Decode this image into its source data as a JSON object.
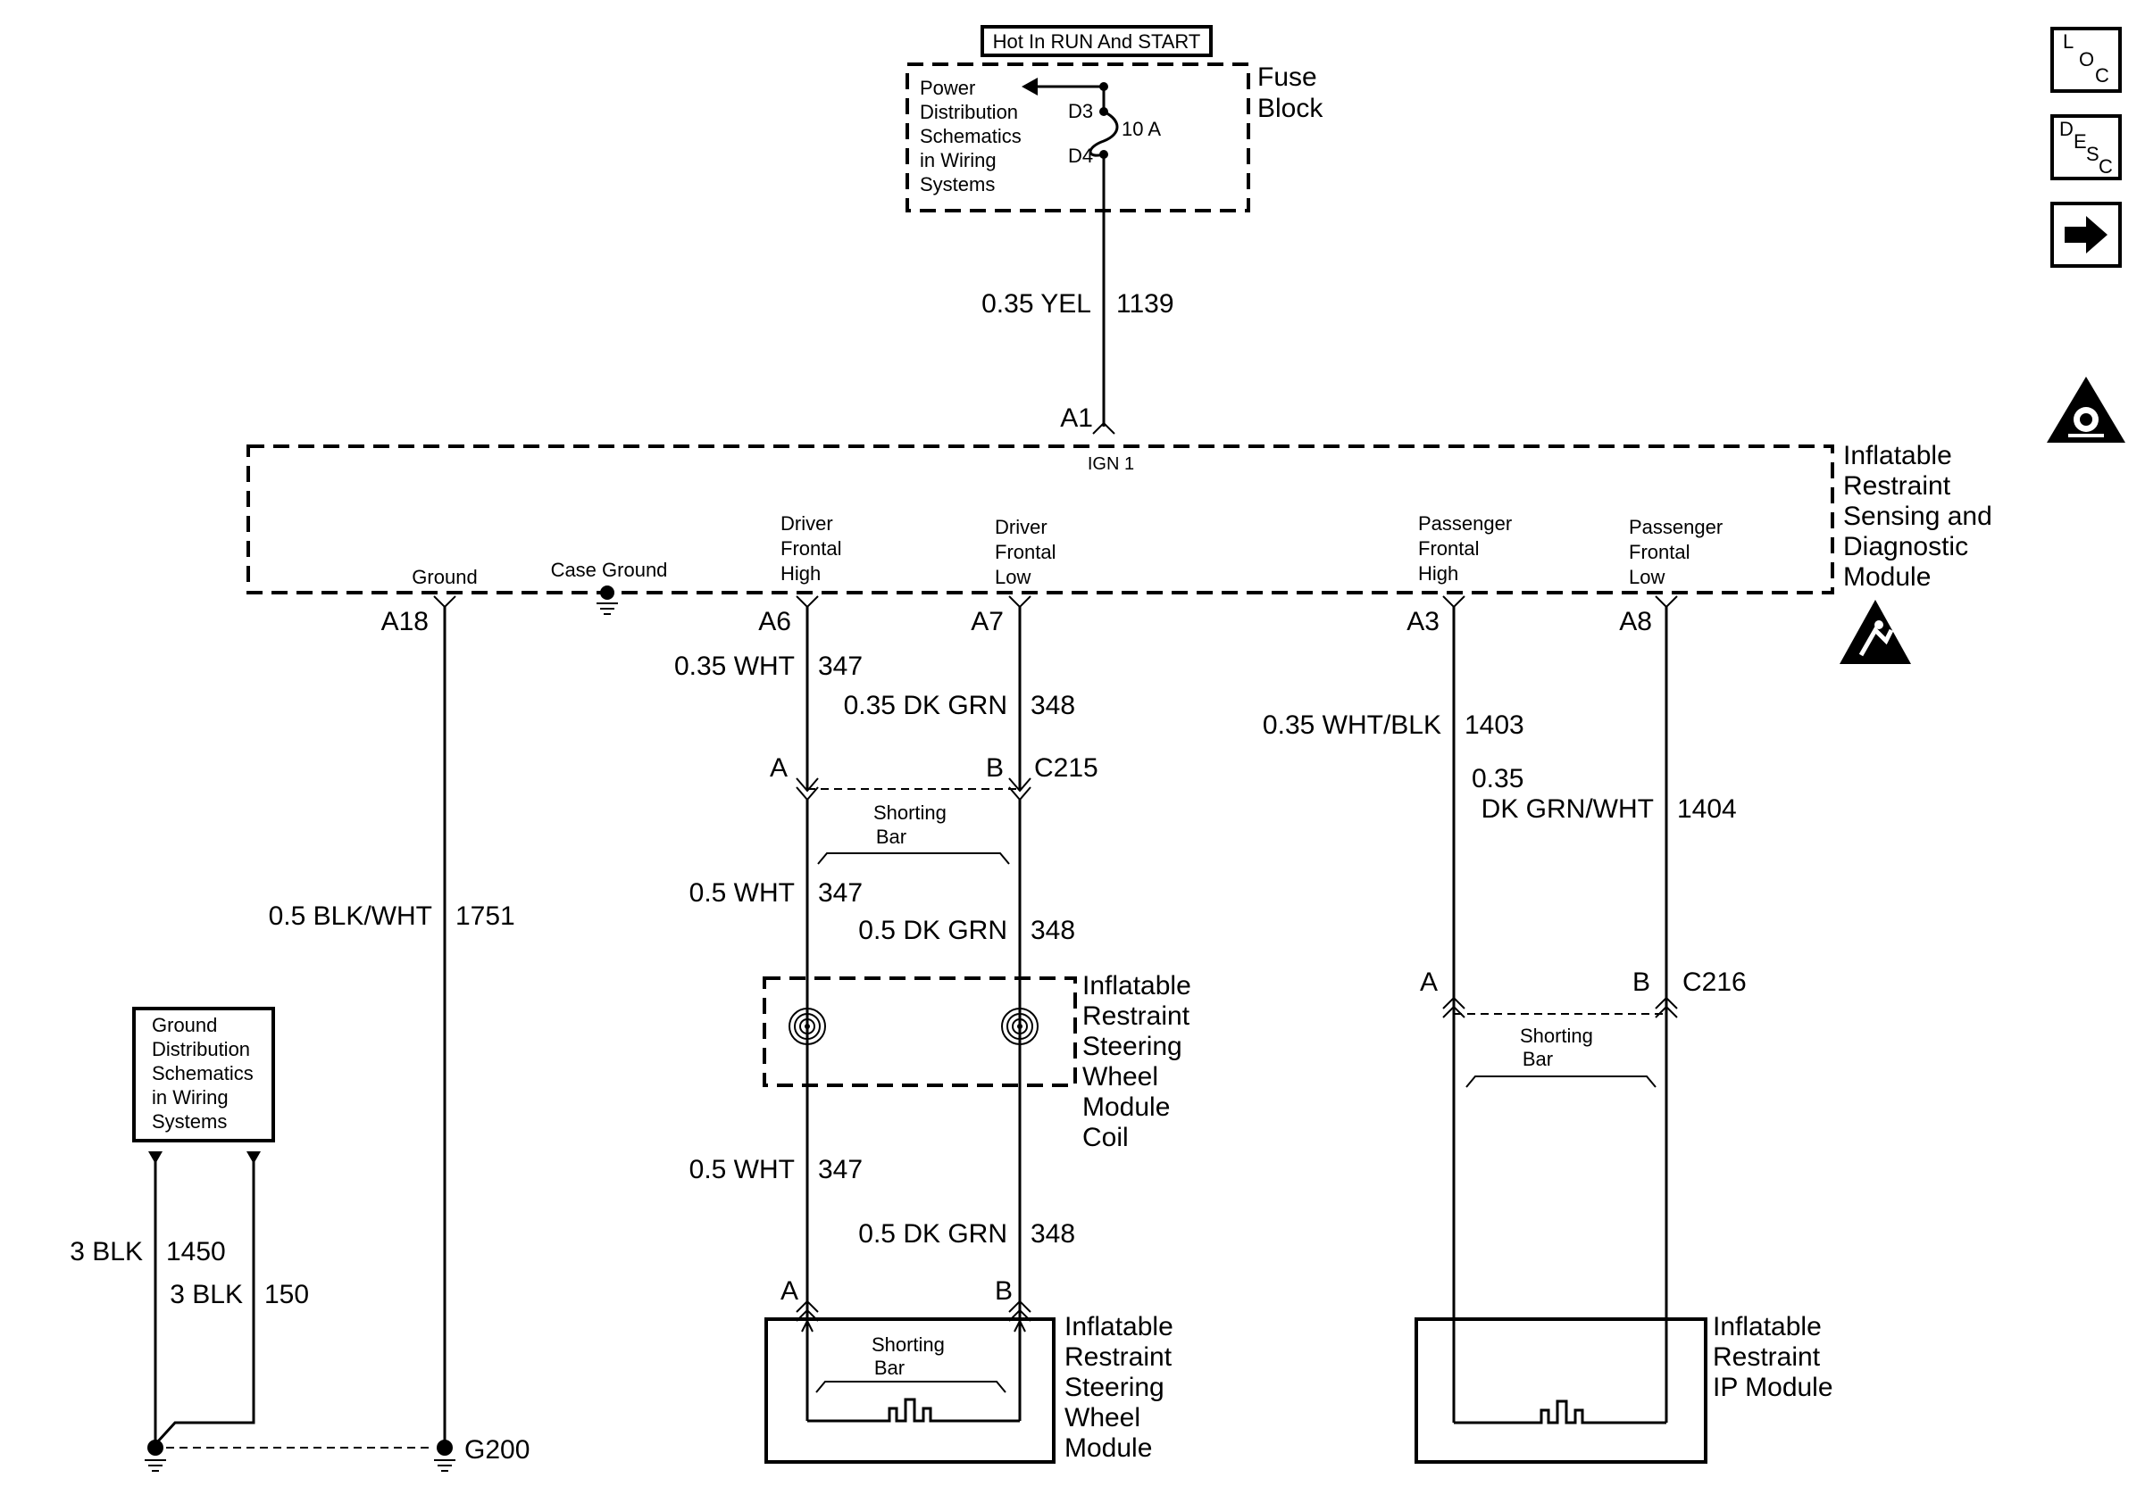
{
  "fuse_block": {
    "header": "Hot In RUN And START",
    "power_note": [
      "Power",
      "Distribution",
      "Schematics",
      "in Wiring",
      "Systems"
    ],
    "pin_in": "D3",
    "pin_out": "D4",
    "rating": "10 A",
    "name": [
      "Fuse",
      "Block"
    ]
  },
  "feed_wire": {
    "gauge_color": "0.35 YEL",
    "circuit": "1139"
  },
  "sdm": {
    "name": [
      "Inflatable",
      "Restraint",
      "Sensing and",
      "Diagnostic",
      "Module"
    ],
    "ign_pin": "A1",
    "ign_label": "IGN 1",
    "ground_label": "Ground",
    "case_ground_label": "Case Ground",
    "driver_high_label": [
      "Driver",
      "Frontal",
      "High"
    ],
    "driver_low_label": [
      "Driver",
      "Frontal",
      "Low"
    ],
    "pass_high_label": [
      "Passenger",
      "Frontal",
      "High"
    ],
    "pass_low_label": [
      "Passenger",
      "Frontal",
      "Low"
    ],
    "pin_ground": "A18",
    "pin_driver_high": "A6",
    "pin_driver_low": "A7",
    "pin_pass_high": "A3",
    "pin_pass_low": "A8"
  },
  "wires": {
    "ground_wire": {
      "gauge_color": "0.5 BLK/WHT",
      "circuit": "1751"
    },
    "drv_high_1": {
      "gauge_color": "0.35 WHT",
      "circuit": "347"
    },
    "drv_low_1": {
      "gauge_color": "0.35 DK GRN",
      "circuit": "348"
    },
    "drv_high_2": {
      "gauge_color": "0.5 WHT",
      "circuit": "347"
    },
    "drv_low_2": {
      "gauge_color": "0.5 DK GRN",
      "circuit": "348"
    },
    "drv_high_3": {
      "gauge_color": "0.5 WHT",
      "circuit": "347"
    },
    "drv_low_3": {
      "gauge_color": "0.5 DK GRN",
      "circuit": "348"
    },
    "pass_high": {
      "gauge_color": "0.35 WHT/BLK",
      "circuit": "1403"
    },
    "pass_low": {
      "gauge_color_line1": "0.35",
      "gauge_color_line2": "DK GRN/WHT",
      "circuit": "1404"
    },
    "gnd_1450": {
      "gauge_color": "3 BLK",
      "circuit": "1450"
    },
    "gnd_150": {
      "gauge_color": "3 BLK",
      "circuit": "150"
    }
  },
  "connectors": {
    "c215": {
      "name": "C215",
      "pin_a": "A",
      "pin_b": "B"
    },
    "c216": {
      "name": "C216",
      "pin_a": "A",
      "pin_b": "B"
    },
    "drv_module": {
      "pin_a": "A",
      "pin_b": "B"
    }
  },
  "shorting_bar": [
    "Shorting",
    "Bar"
  ],
  "coil": {
    "name": [
      "Inflatable",
      "Restraint",
      "Steering",
      "Wheel",
      "Module",
      "Coil"
    ]
  },
  "driver_module": {
    "name": [
      "Inflatable",
      "Restraint",
      "Steering",
      "Wheel",
      "Module"
    ]
  },
  "ip_module": {
    "name": [
      "Inflatable",
      "Restraint",
      "IP Module"
    ]
  },
  "ground_dist": {
    "note": [
      "Ground",
      "Distribution",
      "Schematics",
      "in Wiring",
      "Systems"
    ],
    "ground_point": "G200"
  },
  "side_icons": {
    "loc": [
      "L",
      "O",
      "C"
    ],
    "desc": [
      "D",
      "E",
      "S",
      "C"
    ],
    "arrow_icon": "right-arrow-icon",
    "airbag_icon": "airbag-warning-icon",
    "esd_icon": "esd-warning-icon"
  }
}
